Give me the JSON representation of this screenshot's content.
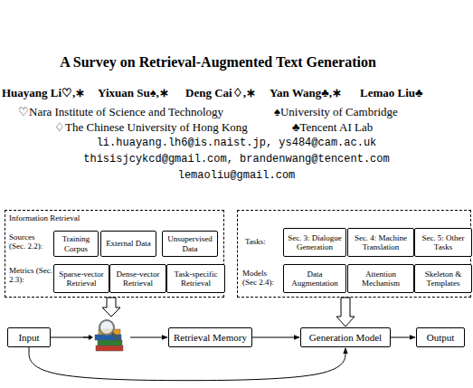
{
  "diagram": {
    "title": "A Survey on Retrieval-Augmented Text Generation",
    "nodes": [
      {
        "text": [
          "Information Retrieval",
          "Sources (Sec. 2.2):",
          "Metrics (Sec. 2.3):"
        ]
      },
      {
        "text": [
          "Training Corpus"
        ],
        "in": 0
      },
      {
        "text": [
          "External Data"
        ],
        "in": 0
      },
      {
        "text": [
          "Unsupervised Data"
        ],
        "in": 0
      },
      {
        "text": [
          "Sparse-vector Retrieval"
        ],
        "in": 0
      },
      {
        "text": [
          "Dense-vector Retrieval"
        ],
        "in": 0
      },
      {
        "text": [
          "Task-specific Retrieval"
        ],
        "in": 0
      },
      {
        "text": [
          "Tasks:",
          "Models (Sec 2.4):"
        ]
      },
      {
        "text": [
          "Sec. 3: Dialogue Generation"
        ],
        "in": 7
      },
      {
        "text": [
          "Sec. 4: Machine Translation"
        ],
        "in": 7
      },
      {
        "text": [
          "Sec. 5: Other Tasks"
        ],
        "in": 7
      },
      {
        "text": [
          "Data Augmentation"
        ],
        "in": 7
      },
      {
        "text": [
          "Attention Mechanism"
        ],
        "in": 7
      },
      {
        "text": [
          "Skeleton & Templates"
        ],
        "in": 7
      },
      {
        "text": [
          "Input"
        ]
      },
      {
        "text": [
          "Retrieval Memory"
        ]
      },
      {
        "text": [
          "Generation Model"
        ]
      },
      {
        "text": [
          "Output"
        ]
      }
    ],
    "edges": [
      {
        "from": 14,
        "to": 15,
        "arrow": "to"
      },
      {
        "from": 15,
        "to": 16,
        "arrow": "to"
      },
      {
        "from": 16,
        "to": 17,
        "arrow": "to"
      },
      {
        "from": 14,
        "to": 16,
        "arrow": "to"
      },
      {
        "from": 7,
        "to": 16,
        "arrow": "to"
      }
    ],
    "labels": [
      "Huayang Li♡,∗",
      "Yixuan Su♠,∗",
      "Deng Cai♢,∗",
      "Yan Wang♣,∗",
      "Lemao Liu♣",
      "♡Nara Institute of Science and Technology",
      "♠University of Cambridge",
      "♢The Chinese University of Hong Kong",
      "♣Tencent AI Lab",
      "li.huayang.lh6@is.naist.jp, ys484@cam.ac.uk",
      "thisisjcykcd@gmail.com, brandenwang@tencent.com",
      "lemaoliu@gmail.com"
    ]
  }
}
